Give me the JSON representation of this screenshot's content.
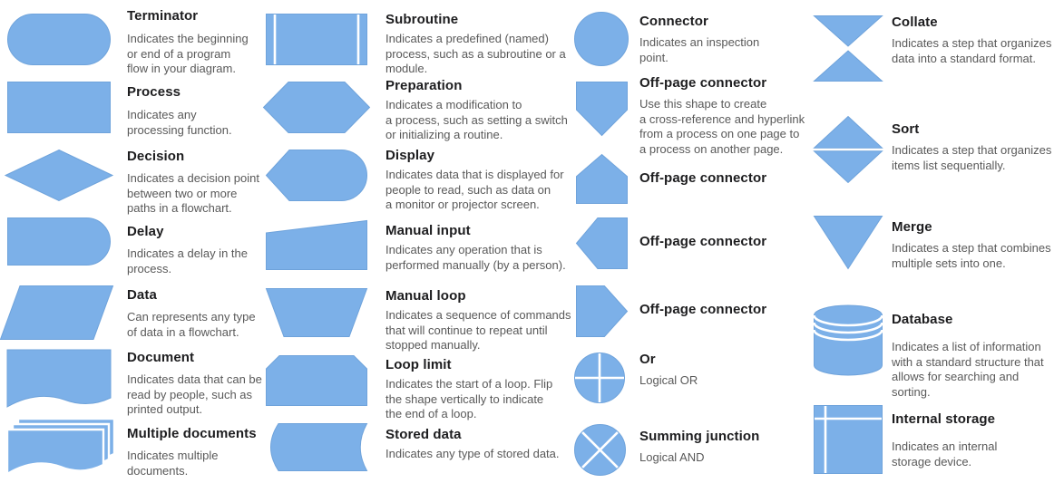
{
  "page": {
    "background": "#ffffff",
    "shape_fill": "#7CB0E8",
    "shape_border": "#6FA3DB",
    "title_color": "#1d1d1f",
    "desc_color": "#595959"
  },
  "columns": [
    {
      "items": [
        {
          "shape": "terminator",
          "title": "Terminator",
          "description": "Indicates the beginning\nor end of a program\nflow in your diagram."
        },
        {
          "shape": "process",
          "title": "Process",
          "description": "Indicates any\nprocessing function."
        },
        {
          "shape": "decision",
          "title": "Decision",
          "description": "Indicates a decision point\nbetween two or more\npaths in a flowchart."
        },
        {
          "shape": "delay",
          "title": "Delay",
          "description": "Indicates a delay in the\nprocess."
        },
        {
          "shape": "data",
          "title": "Data",
          "description": "Can represents any type\nof data in a flowchart."
        },
        {
          "shape": "document",
          "title": "Document",
          "description": "Indicates data that can be\nread by people, such as\nprinted output."
        },
        {
          "shape": "multiple-documents",
          "title": "Multiple documents",
          "description": "Indicates multiple\ndocuments."
        }
      ]
    },
    {
      "items": [
        {
          "shape": "subroutine",
          "title": "Subroutine",
          "description": "Indicates a predefined (named)\nprocess, such as a subroutine or a\nmodule."
        },
        {
          "shape": "preparation",
          "title": "Preparation",
          "description": "Indicates a modification to\na process, such as setting a switch\nor initializing a routine."
        },
        {
          "shape": "display",
          "title": "Display",
          "description": "Indicates data that is displayed for\npeople to read, such as data on\na monitor or projector screen."
        },
        {
          "shape": "manual-input",
          "title": "Manual input",
          "description": "Indicates any operation that is\nperformed manually (by a person)."
        },
        {
          "shape": "manual-loop",
          "title": "Manual loop",
          "description": "Indicates a sequence of commands\nthat will continue to repeat until\nstopped manually."
        },
        {
          "shape": "loop-limit",
          "title": "Loop limit",
          "description": "Indicates the start of a loop. Flip\nthe shape vertically to indicate\nthe end of a loop."
        },
        {
          "shape": "stored-data",
          "title": "Stored data",
          "description": "Indicates any type of stored data."
        }
      ]
    },
    {
      "items": [
        {
          "shape": "connector",
          "title": "Connector",
          "description": "Indicates an inspection\npoint."
        },
        {
          "shape": "off-page-connector-down",
          "title": "Off-page connector",
          "description": "Use this shape to create\na cross-reference and hyperlink\nfrom a process on one page to\na process on another page."
        },
        {
          "shape": "off-page-connector-up",
          "title": "Off-page connector",
          "description": ""
        },
        {
          "shape": "off-page-connector-left",
          "title": "Off-page connector",
          "description": ""
        },
        {
          "shape": "off-page-connector-right",
          "title": "Off-page connector",
          "description": ""
        },
        {
          "shape": "or",
          "title": "Or",
          "description": "Logical OR"
        },
        {
          "shape": "summing-junction",
          "title": "Summing junction",
          "description": "Logical AND"
        }
      ]
    },
    {
      "items": [
        {
          "shape": "collate",
          "title": "Collate",
          "description": "Indicates a step that organizes\ndata into a standard format."
        },
        {
          "shape": "sort",
          "title": "Sort",
          "description": "Indicates a step that organizes\nitems list sequentially."
        },
        {
          "shape": "merge",
          "title": "Merge",
          "description": "Indicates a step that combines\nmultiple sets into one."
        },
        {
          "shape": "database",
          "title": "Database",
          "description": "Indicates a list of information\nwith a standard structure that\nallows for searching and\nsorting."
        },
        {
          "shape": "internal-storage",
          "title": "Internal storage",
          "description": "Indicates an internal\nstorage device."
        }
      ]
    }
  ]
}
